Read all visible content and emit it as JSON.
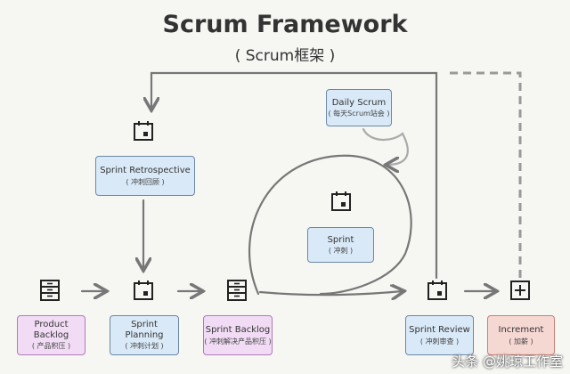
{
  "title": "Scrum Framework",
  "subtitle": "( Scrum框架 )",
  "nodes": {
    "product_backlog": {
      "label": "Product Backlog",
      "sub": "( 产品积压 )"
    },
    "sprint_planning": {
      "label": "Sprint Planning",
      "sub": "( 冲刺计划 )"
    },
    "sprint_backlog": {
      "label": "Sprint Backlog",
      "sub": "( 冲刺解决产品积压 )"
    },
    "sprint": {
      "label": "Sprint",
      "sub": "( 冲刺 )"
    },
    "daily_scrum": {
      "label": "Daily Scrum",
      "sub": "( 每天Scrum站会 )"
    },
    "sprint_review": {
      "label": "Sprint Review",
      "sub": "( 冲刺审查 )"
    },
    "increment": {
      "label": "Increment",
      "sub": "( 加薪 )"
    },
    "sprint_retrospective": {
      "label": "Sprint  Retrospective",
      "sub": "( 冲刺回顾 )"
    }
  },
  "watermark": "头条 @姚琼工作室",
  "icons": {
    "calendar": "calendar-icon",
    "list": "list-icon",
    "plus": "plus-box-icon"
  },
  "colors": {
    "blue_box": "#d9e9f7",
    "pink_box": "#f2dcf5",
    "red_box": "#f6d8d3",
    "line": "#777777"
  }
}
